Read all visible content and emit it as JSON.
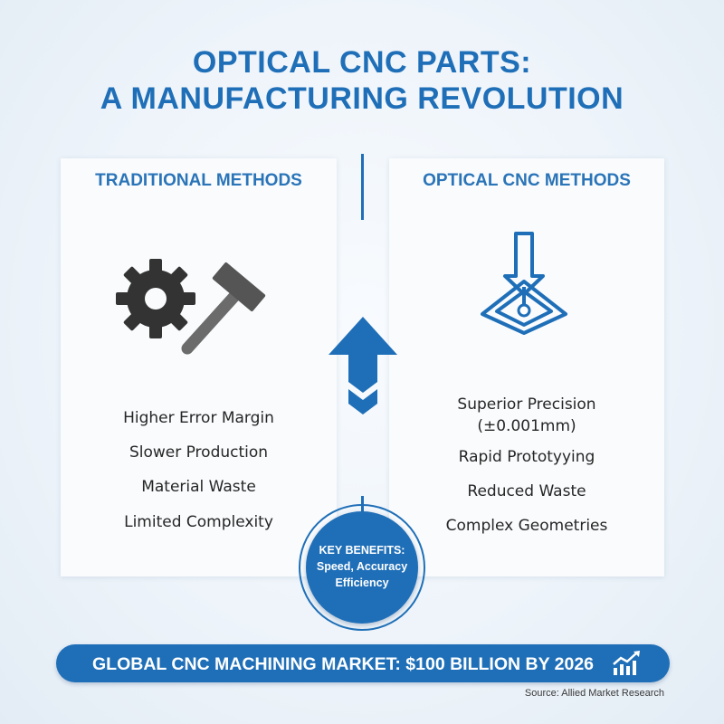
{
  "title": {
    "line1": "OPTICAL CNC PARTS:",
    "line2": "A MANUFACTURING REVOLUTION"
  },
  "traditional": {
    "heading": "TRADITIONAL METHODS",
    "icon": "gear-hammer-icon",
    "items": [
      "Higher Error Margin",
      "Slower Production",
      "Material Waste",
      "Limited Complexity"
    ]
  },
  "optical": {
    "heading": "OPTICAL CNC METHODS",
    "icon": "laser-platform-icon",
    "items": [
      "Superior Precision",
      "(±0.001mm)",
      "Rapid Prototyying",
      "Reduced Waste",
      "Complex Geometries"
    ]
  },
  "center_icon": "up-arrow-icon",
  "badge": {
    "line1": "KEY BENEFITS:",
    "line2": "Speed, Accuracy",
    "line3": "Efficiency"
  },
  "market": {
    "text": "GLOBAL CNC MACHINING MARKET: $100 BILLION BY 2026",
    "icon": "growth-chart-icon"
  },
  "source": "Source: Allied Market Research",
  "colors": {
    "primary": "#1f6fb8",
    "icon_dark": "#333333",
    "icon_gray": "#6b6b6b",
    "background": "#eef4fa"
  }
}
